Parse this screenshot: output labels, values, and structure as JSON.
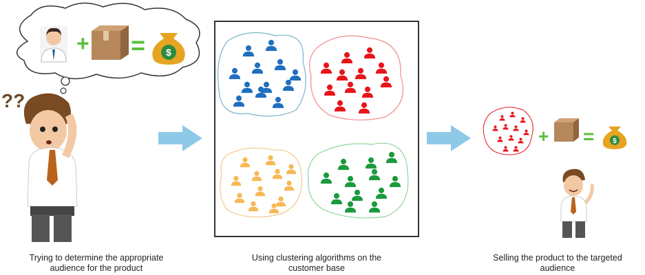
{
  "captions": {
    "step1": "Trying to determine the appropriate audience for the product",
    "step2": "Using clustering algorithms on the customer base",
    "step3": "Selling the product to the targeted audience"
  },
  "symbols": {
    "plus": "+",
    "equals": "=",
    "dollar": "$",
    "question": "??"
  },
  "colors": {
    "arrow": "#8ec9e8",
    "blue_cluster": "#1f6fbf",
    "red_cluster": "#e8141c",
    "orange_cluster": "#f7b955",
    "green_cluster": "#1a9a3c",
    "plus_equals": "#5bbf3a"
  }
}
